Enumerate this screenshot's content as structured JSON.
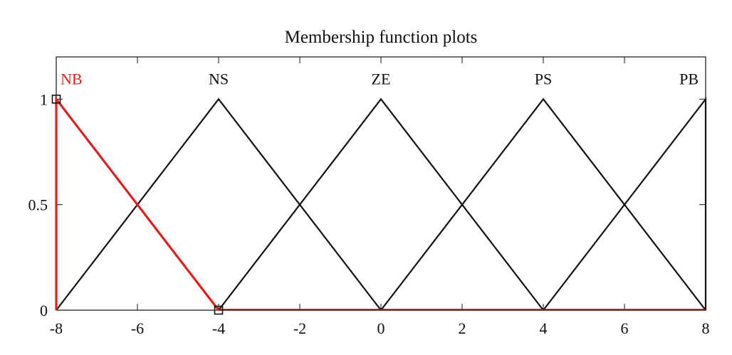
{
  "chart_data": {
    "type": "line",
    "title": "Membership function plots",
    "xlabel": "",
    "ylabel": "",
    "xlim": [
      -8,
      8
    ],
    "ylim": [
      0,
      1.2
    ],
    "xticks": [
      -8,
      -6,
      -4,
      -2,
      0,
      2,
      4,
      6,
      8
    ],
    "xtick_labels": [
      "-8",
      "-6",
      "-4",
      "-2",
      "0",
      "2",
      "4",
      "6",
      "8"
    ],
    "yticks": [
      0,
      0.5,
      1
    ],
    "ytick_labels": [
      "0",
      "0.5",
      "1"
    ],
    "grid": false,
    "series": [
      {
        "name": "NB",
        "x": [
          -8,
          -8,
          -4
        ],
        "y": [
          0,
          1,
          0
        ],
        "color": "#e0201c",
        "selected": true
      },
      {
        "name": "NS",
        "x": [
          -8,
          -4,
          0
        ],
        "y": [
          0,
          1,
          0
        ],
        "color": "#111111",
        "selected": false
      },
      {
        "name": "ZE",
        "x": [
          -4,
          0,
          4
        ],
        "y": [
          0,
          1,
          0
        ],
        "color": "#111111",
        "selected": false
      },
      {
        "name": "PS",
        "x": [
          0,
          4,
          8
        ],
        "y": [
          0,
          1,
          0
        ],
        "color": "#111111",
        "selected": false
      },
      {
        "name": "PB",
        "x": [
          4,
          8,
          8
        ],
        "y": [
          0,
          1,
          0
        ],
        "color": "#111111",
        "selected": false
      }
    ],
    "selected_markers": [
      {
        "x": -8,
        "y": 1
      },
      {
        "x": -4,
        "y": 0
      }
    ],
    "colors": {
      "selected": "#e0201c",
      "normal": "#111111",
      "baseline_selected": "#7a1a14"
    }
  }
}
